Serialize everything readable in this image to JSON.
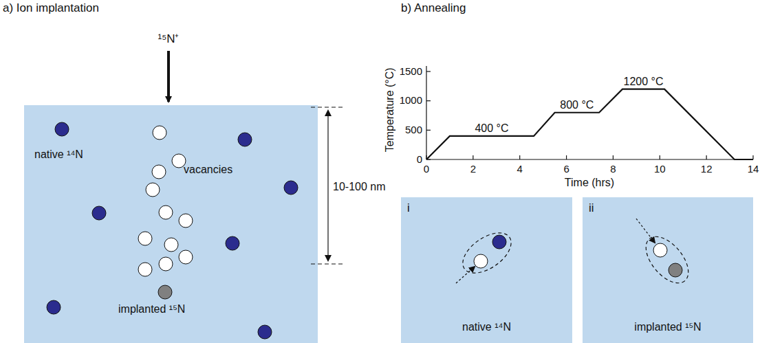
{
  "diagram": {
    "nodes": [
      {
        "text": [
          "i",
          "native ¹⁴N"
        ]
      },
      {
        "text": [
          "ii",
          "implanted ¹⁵N"
        ]
      }
    ],
    "labels": [
      "a) Ion implantation",
      "b) Annealing",
      "¹⁵N⁺",
      "native ¹⁴N",
      "vacancies",
      "implanted ¹⁵N",
      "10-100 nm",
      "Temperature (°C)",
      "1500",
      "1000",
      "500",
      "0",
      "0",
      "2",
      "4",
      "6",
      "8",
      "10",
      "12",
      "14",
      "Time (hrs)",
      "400 °C",
      "800 °C",
      "1200 °C"
    ]
  }
}
